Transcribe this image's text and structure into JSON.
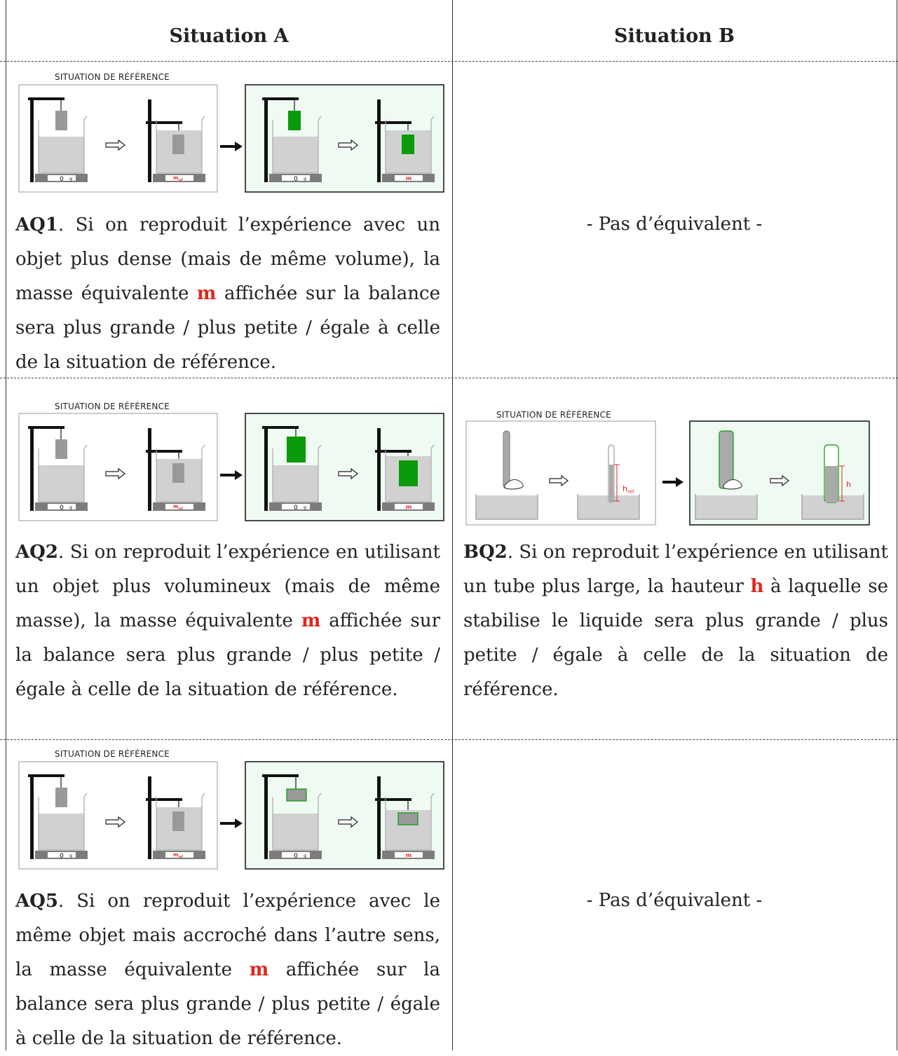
{
  "header": {
    "col_a": "Situation A",
    "col_b": "Situation B"
  },
  "figures": {
    "reference_label": "SITUATION DE RÉFÉRENCE",
    "scale_zero": "0",
    "scale_unit": "g",
    "m_ref": "m",
    "m_ref_sub": "ref",
    "m_label": "m",
    "h_ref": "h",
    "h_ref_sub": "ref",
    "h_label": "h",
    "accent_color": "#e0261d",
    "object_green": "#0a9a0a",
    "panel_bg": "#eefaf2"
  },
  "rows": [
    {
      "a": {
        "label": "AQ1",
        "before": ". Si on reproduit l’expérience avec un objet plus dense (mais de même volume), la masse équivalente ",
        "var": "m",
        "after": " affichée sur la balance sera plus grande / plus petite / égale à celle de la situation de référence."
      },
      "b_text": "- Pas d’équivalent -"
    },
    {
      "a": {
        "label": "AQ2",
        "before": ". Si on reproduit l’expérience en utilisant un objet plus volumineux (mais de même masse), la masse équivalente ",
        "var": "m",
        "after": " affichée sur la balance sera plus grande / plus petite / égale à celle de la situation de référence."
      },
      "b": {
        "label": "BQ2",
        "before": ". Si on reproduit l’expérience en utilisant un tube plus large, la hauteur ",
        "var": "h",
        "after": " à laquelle se stabilise le liquide sera plus grande / plus petite / égale à celle de la situation de référence."
      }
    },
    {
      "a": {
        "label": "AQ5",
        "before": ". Si on reproduit l’expérience avec le même objet mais accroché dans l’autre sens, la masse équivalente ",
        "var": "m",
        "after": " affichée sur la balance sera plus grande / plus petite / égale à celle de la situation de référence."
      },
      "b_text": "- Pas d’équivalent -"
    }
  ]
}
